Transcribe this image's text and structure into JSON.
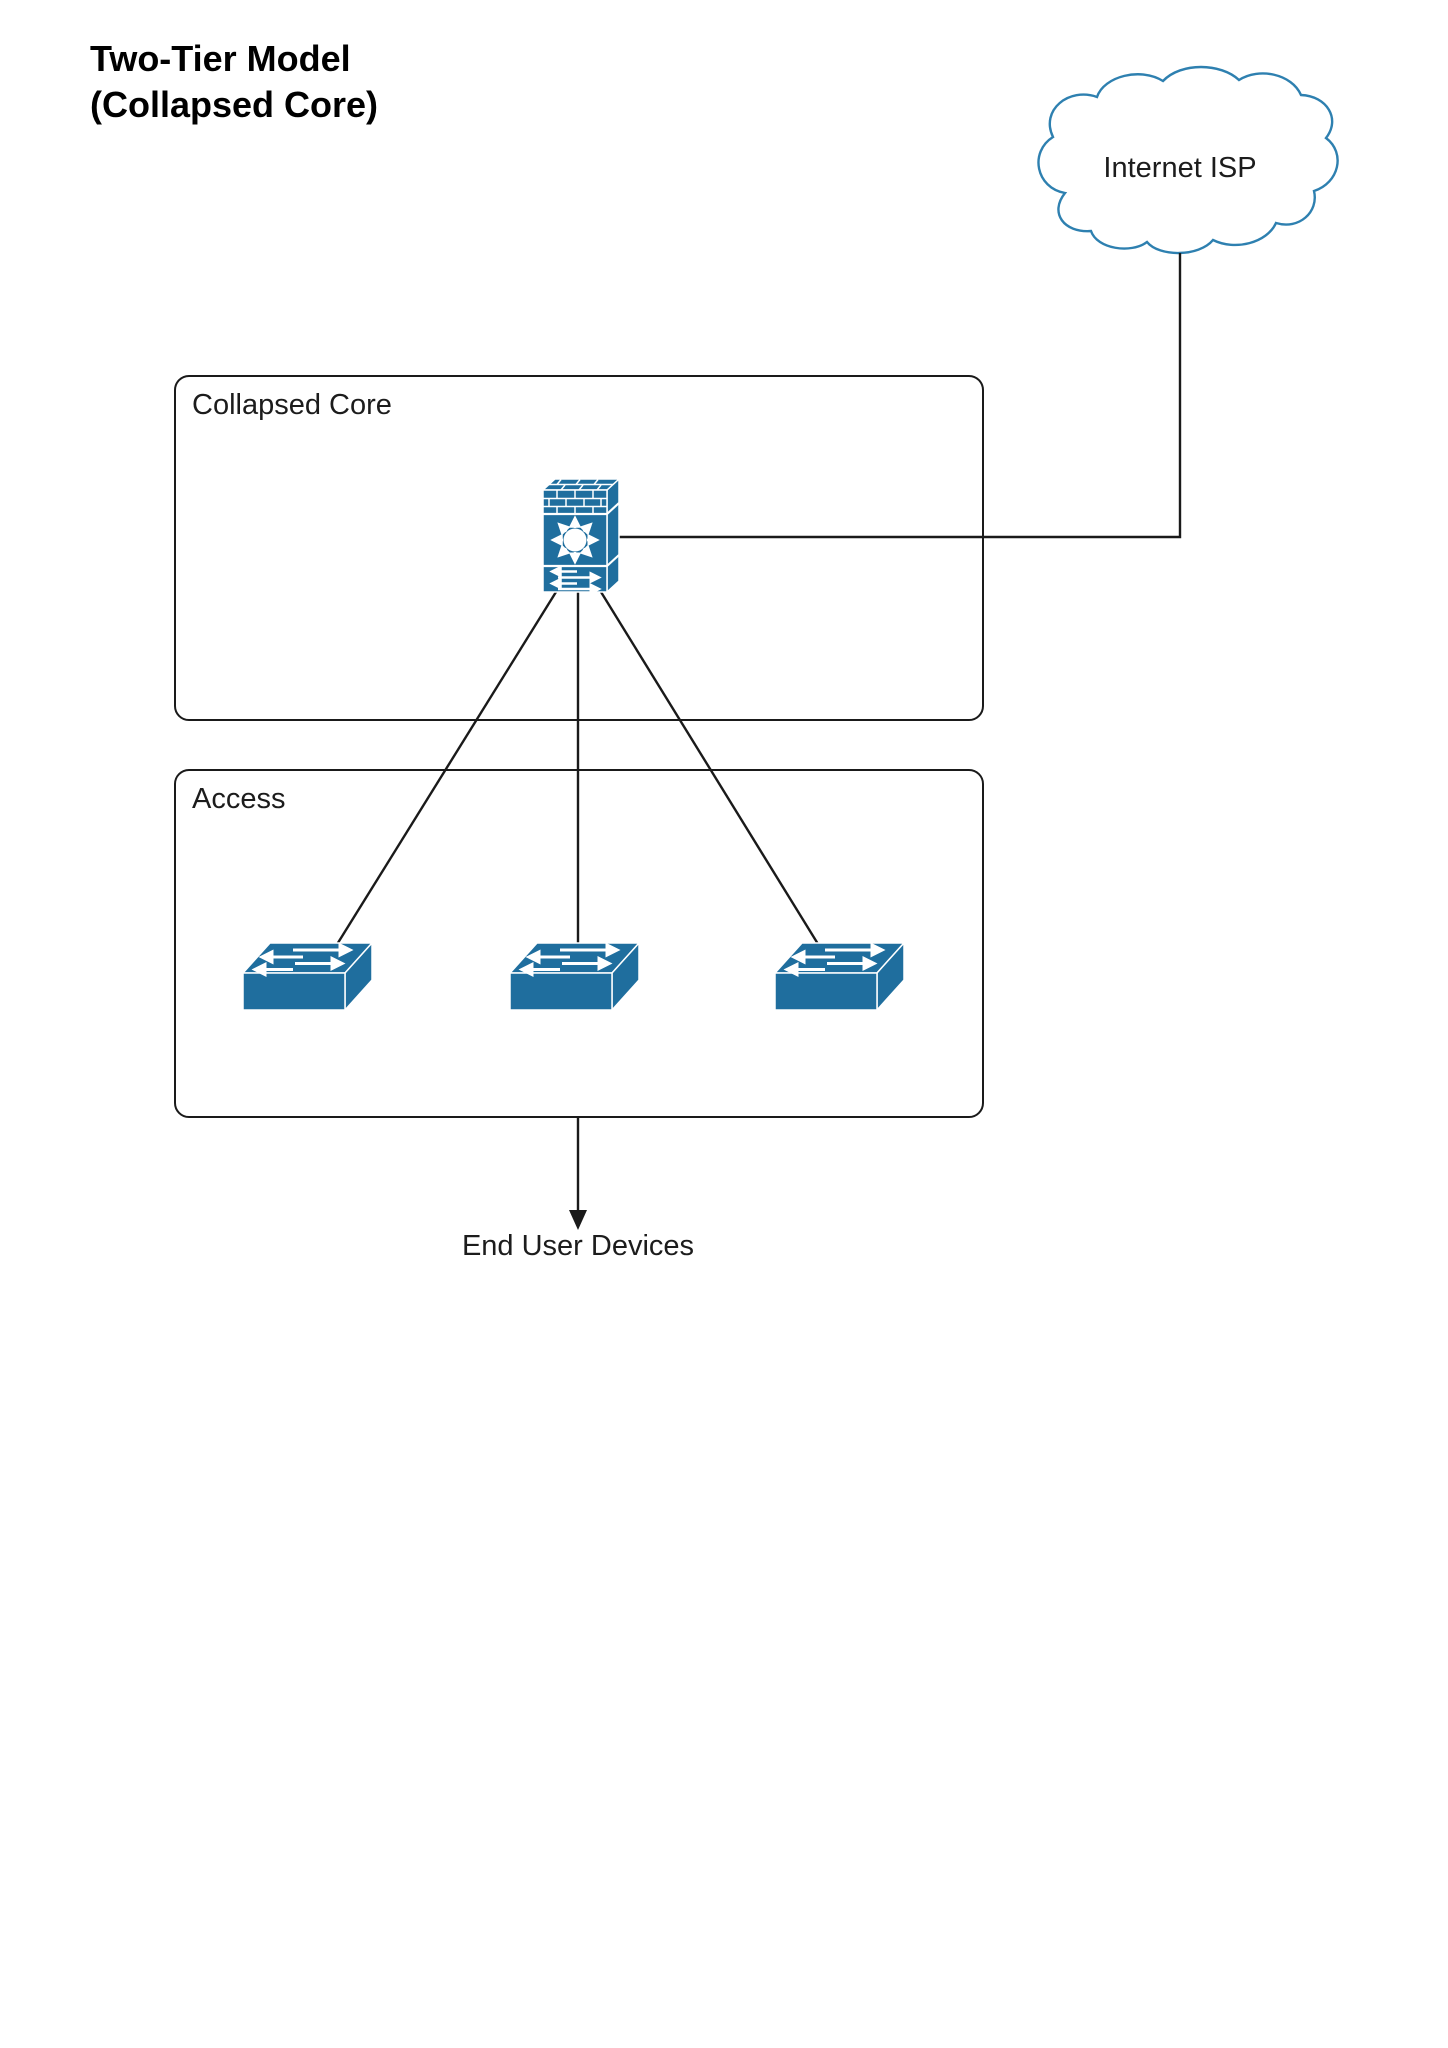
{
  "title": {
    "line1": "Two-Tier Model",
    "line2": "(Collapsed Core)"
  },
  "cloud": {
    "label": "Internet ISP",
    "icon": "internet-cloud-icon"
  },
  "zones": [
    {
      "id": "collapsed-core",
      "label": "Collapsed Core"
    },
    {
      "id": "access",
      "label": "Access"
    }
  ],
  "devices": {
    "core": {
      "icon": "firewall-multilayer-switch-icon",
      "zone": "collapsed-core"
    },
    "access_switches": [
      {
        "icon": "workgroup-switch-icon",
        "zone": "access"
      },
      {
        "icon": "workgroup-switch-icon",
        "zone": "access"
      },
      {
        "icon": "workgroup-switch-icon",
        "zone": "access"
      }
    ]
  },
  "links": [
    "core-to-internet-isp",
    "core-to-access-switch-1",
    "core-to-access-switch-2",
    "core-to-access-switch-3",
    "access-to-end-user-devices"
  ],
  "footer": {
    "end_user_label": "End User Devices"
  },
  "colors": {
    "device_blue": "#1F6E9E",
    "cloud_stroke": "#2E80B0",
    "line_color": "#1A1A1A"
  }
}
